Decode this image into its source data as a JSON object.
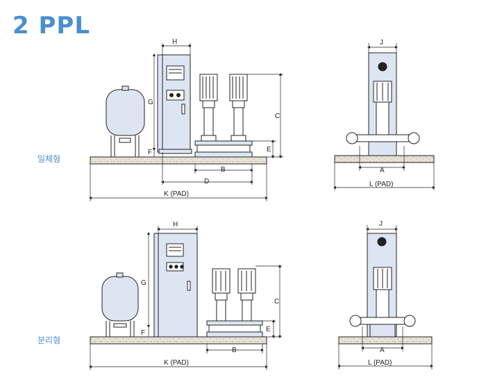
{
  "title": "2 PPL",
  "labels": {
    "integrated": "일체형",
    "separated": "분리형"
  },
  "dimensions": {
    "h": "H",
    "g": "G",
    "c": "C",
    "f": "F",
    "e": "E",
    "b": "B",
    "d": "D",
    "k": "K (PAD)",
    "j": "J",
    "a": "A",
    "l": "L (PAD)"
  },
  "colors": {
    "accent": "#4a8fd1",
    "fill": "#dde5f2",
    "line": "#222222",
    "pad": "#e6e2d6"
  }
}
